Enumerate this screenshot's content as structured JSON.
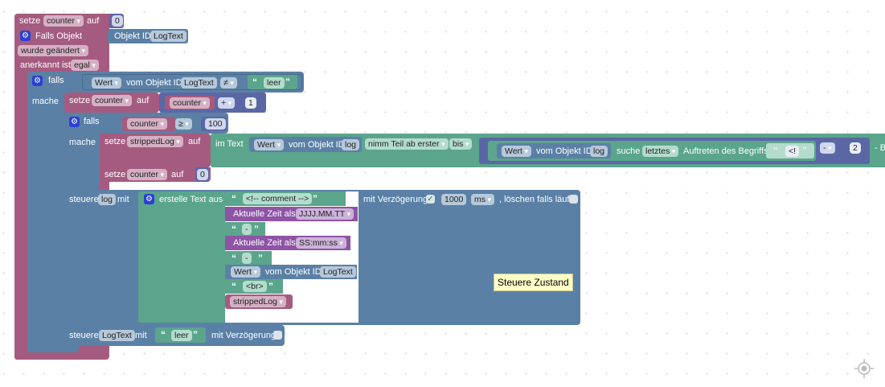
{
  "trigger": {
    "set_counter": {
      "setze": "setze",
      "var": "counter",
      "auf": "auf",
      "value": "0"
    },
    "falls_objekt": "Falls Objekt",
    "objekt_id_label": "Objekt ID",
    "objekt_id_value": "LogText",
    "changed": "wurde geändert",
    "ack_label": "anerkannt ist",
    "ack_value": "egal"
  },
  "if1": {
    "falls": "falls",
    "mache": "mache",
    "wert": "Wert",
    "vom_objekt": "vom Objekt ID",
    "obj": "LogText",
    "op": "≠",
    "text": "leer"
  },
  "set_counter_plus": {
    "setze": "setze",
    "var": "counter",
    "auf": "auf",
    "operand": "counter",
    "op": "+",
    "value": "1"
  },
  "if2": {
    "falls": "falls",
    "mache": "mache",
    "var": "counter",
    "op": "≥",
    "value": "100"
  },
  "set_stripped": {
    "setze": "setze",
    "var": "strippedLog",
    "auf": "auf",
    "im_text": "im Text",
    "wert": "Wert",
    "vom_objekt": "vom Objekt ID",
    "obj": "log",
    "take_part": "nimm Teil ab erster",
    "bis": "bis",
    "wert2": "Wert",
    "vom_objekt2": "vom Objekt ID",
    "obj2": "log",
    "suche": "suche",
    "letztes": "letztes",
    "auftreten": "Auftreten des Begriffs",
    "term": "<!",
    "minus": "-",
    "num": "2",
    "trail": "- B"
  },
  "reset_counter": {
    "setze": "setze",
    "var": "counter",
    "auf": "auf",
    "value": "0"
  },
  "control_log": {
    "steuere": "steuere",
    "obj": "log",
    "mit": "mit",
    "create_text": "erstelle Text aus",
    "items": {
      "comment": "<!-- comment -->",
      "time1_label": "Aktuelle Zeit als",
      "time1_fmt": "JJJJ.MM.TT",
      "dash1": "-",
      "time2_label": "Aktuelle Zeit als",
      "time2_fmt": "SS:mm:ss",
      "dash2": "-",
      "wert": "Wert",
      "vom_objekt": "vom Objekt ID",
      "obj": "LogText",
      "br": "<br>",
      "var": "strippedLog"
    },
    "delay_label": "mit Verzögerung",
    "delay_checked": true,
    "delay_value": "1000",
    "unit": "ms",
    "clear_label": ", löschen falls läuft"
  },
  "control_logtext": {
    "steuere": "steuere",
    "obj": "LogText",
    "mit": "mit",
    "text": "leer",
    "delay_label": "mit Verzögerung"
  },
  "tooltip": "Steuere Zustand",
  "colors": {
    "pink": "#a55b80",
    "blue": "#5b80a5",
    "green": "#5ba58c",
    "purple": "#8e54a6",
    "indigo": "#5b67a5",
    "tooltip": "#ffffc7"
  }
}
